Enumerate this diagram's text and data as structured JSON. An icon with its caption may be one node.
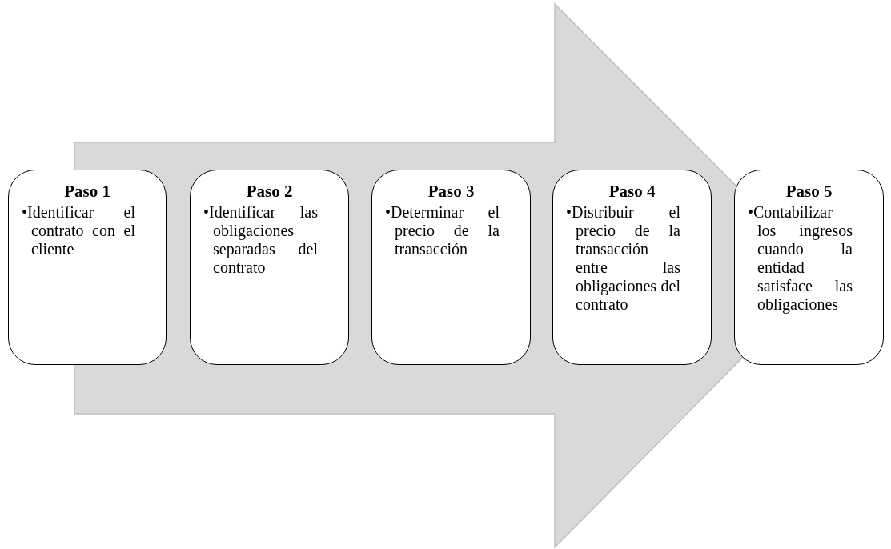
{
  "diagram": {
    "nodes": [
      {
        "text": [
          "Paso 1",
          "•Identificar el contrato con el cliente"
        ]
      },
      {
        "text": [
          "Paso 2",
          "•Identificar las obligaciones separadas del contrato"
        ]
      },
      {
        "text": [
          "Paso 3",
          "•Determinar el precio de la transacción"
        ]
      },
      {
        "text": [
          "Paso 4",
          "•Distribuir el precio de la transacción entre las obligaciones del contrato"
        ]
      },
      {
        "text": [
          "Paso 5",
          "•Contabilizar los ingresos cuando la entidad satisface las obligaciones"
        ]
      }
    ],
    "edges": [
      {
        "from": 0,
        "to": 4,
        "arrow": "to"
      }
    ]
  }
}
